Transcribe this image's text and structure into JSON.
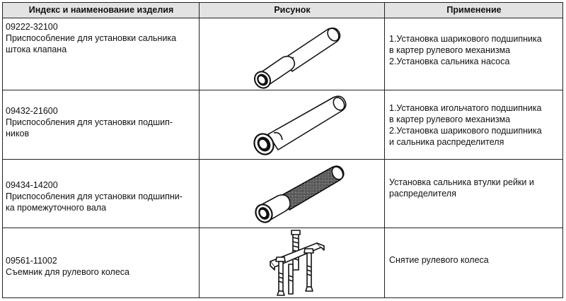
{
  "headers": {
    "col1": "Индекс и наименование изделия",
    "col2": "Рисунок",
    "col3": "Применение"
  },
  "rows": [
    {
      "index": "09222-32100",
      "name_lines": [
        "Приспособление для установки сальника",
        "штока клапана"
      ],
      "drawing_icon": "short-tube-installer-icon",
      "usage_lines": [
        "1.Установка шарикового подшипника",
        "в картер рулевого механизма",
        "2.Установка сальника насоса"
      ]
    },
    {
      "index": "09432-21600",
      "name_lines": [
        "Приспособления для установки подшип-",
        "ников"
      ],
      "drawing_icon": "long-tube-installer-icon",
      "usage_lines": [
        "1.Установка игольчатого подшипника",
        "в картер рулевого механизма",
        "2.Установка шарикового подшипника",
        "и сальника распределителя"
      ]
    },
    {
      "index": "09434-14200",
      "name_lines": [
        "Приспособления для установки подшипни-",
        "ка промежуточного вала"
      ],
      "drawing_icon": "knurled-handle-installer-icon",
      "usage_lines": [
        "Установка сальника втулки рейки и",
        "распределителя"
      ]
    },
    {
      "index": "09561-11002",
      "name_lines": [
        "Съемник для рулевого колеса"
      ],
      "drawing_icon": "steering-wheel-puller-icon",
      "usage_lines": [
        "Снятие рулевого колеса"
      ]
    }
  ]
}
